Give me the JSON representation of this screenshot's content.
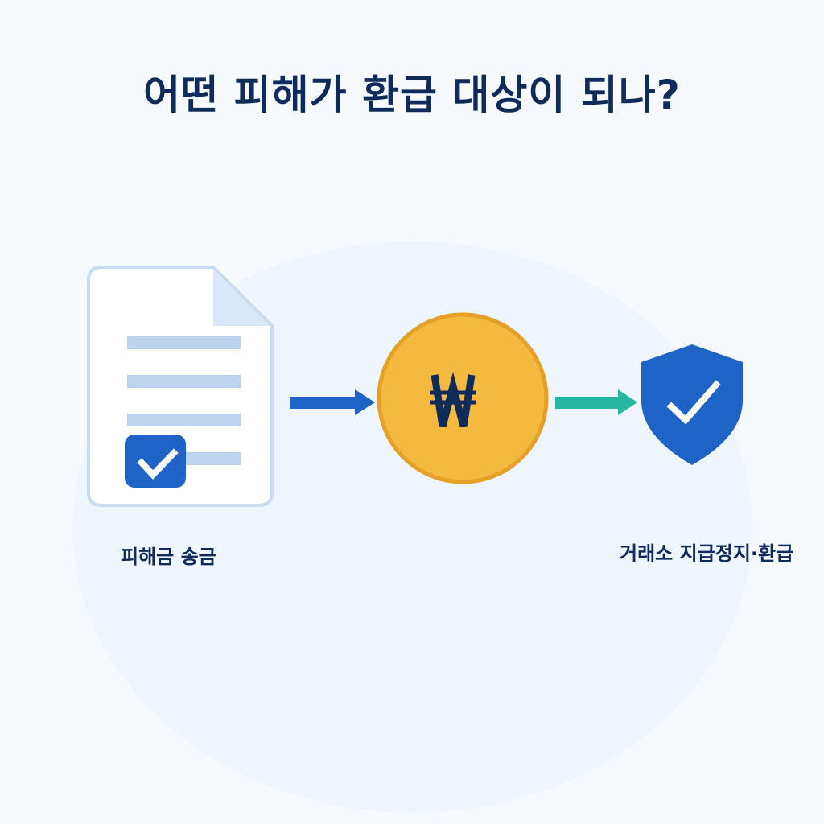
{
  "title": "어떤 피해가 환급 대상이 되나?",
  "steps": [
    {
      "label": "피해금 송금",
      "icon": "document-check-icon"
    },
    {
      "label": "",
      "icon": "won-coin-icon",
      "symbol": "₩"
    },
    {
      "label": "거래소 지급정지·환급",
      "icon": "shield-check-icon"
    }
  ],
  "colors": {
    "title": "#0f2b5a",
    "primary_blue": "#1f63c6",
    "teal": "#25b5a0",
    "coin": "#f4b93f",
    "coin_border": "#e3a127",
    "doc_lines": "#bcd4ee"
  }
}
